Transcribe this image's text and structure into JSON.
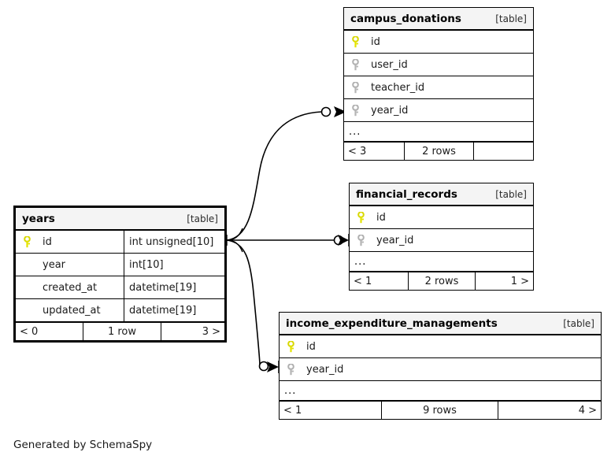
{
  "diagram": {
    "tool": "SchemaSpy",
    "credit": "Generated by SchemaSpy",
    "kind_label": "[table]",
    "ellipsis": "...",
    "colors": {
      "primary_key": "#e8e800",
      "foreign_key": "#aaaaaa",
      "header_bg": "#f4f4f4",
      "border": "#000000",
      "background": "#ffffff"
    }
  },
  "tables": {
    "years": {
      "name": "years",
      "kind": "[table]",
      "focal": true,
      "columns": [
        {
          "name": "id",
          "type": "int unsigned[10]",
          "key": "primary"
        },
        {
          "name": "year",
          "type": "int[10]",
          "key": "none"
        },
        {
          "name": "created_at",
          "type": "datetime[19]",
          "key": "none"
        },
        {
          "name": "updated_at",
          "type": "datetime[19]",
          "key": "none"
        }
      ],
      "has_ellipsis": false,
      "footer": {
        "left": "< 0",
        "middle": "1 row",
        "right": "3 >"
      }
    },
    "campus_donations": {
      "name": "campus_donations",
      "kind": "[table]",
      "focal": false,
      "columns": [
        {
          "name": "id",
          "type": "",
          "key": "primary"
        },
        {
          "name": "user_id",
          "type": "",
          "key": "foreign"
        },
        {
          "name": "teacher_id",
          "type": "",
          "key": "foreign"
        },
        {
          "name": "year_id",
          "type": "",
          "key": "foreign"
        }
      ],
      "has_ellipsis": true,
      "footer": {
        "left": "< 3",
        "middle": "2 rows",
        "right": ""
      }
    },
    "financial_records": {
      "name": "financial_records",
      "kind": "[table]",
      "focal": false,
      "columns": [
        {
          "name": "id",
          "type": "",
          "key": "primary"
        },
        {
          "name": "year_id",
          "type": "",
          "key": "foreign"
        }
      ],
      "has_ellipsis": true,
      "footer": {
        "left": "< 1",
        "middle": "2 rows",
        "right": "1 >"
      }
    },
    "income_expenditure_managements": {
      "name": "income_expenditure_managements",
      "kind": "[table]",
      "focal": false,
      "columns": [
        {
          "name": "id",
          "type": "",
          "key": "primary"
        },
        {
          "name": "year_id",
          "type": "",
          "key": "foreign"
        }
      ],
      "has_ellipsis": true,
      "footer": {
        "left": "< 1",
        "middle": "9 rows",
        "right": "4 >"
      }
    }
  },
  "relationships": [
    {
      "from_table": "years",
      "from_column": "id",
      "to_table": "campus_donations",
      "to_column": "year_id"
    },
    {
      "from_table": "years",
      "from_column": "id",
      "to_table": "financial_records",
      "to_column": "year_id"
    },
    {
      "from_table": "years",
      "from_column": "id",
      "to_table": "income_expenditure_managements",
      "to_column": "year_id"
    }
  ]
}
